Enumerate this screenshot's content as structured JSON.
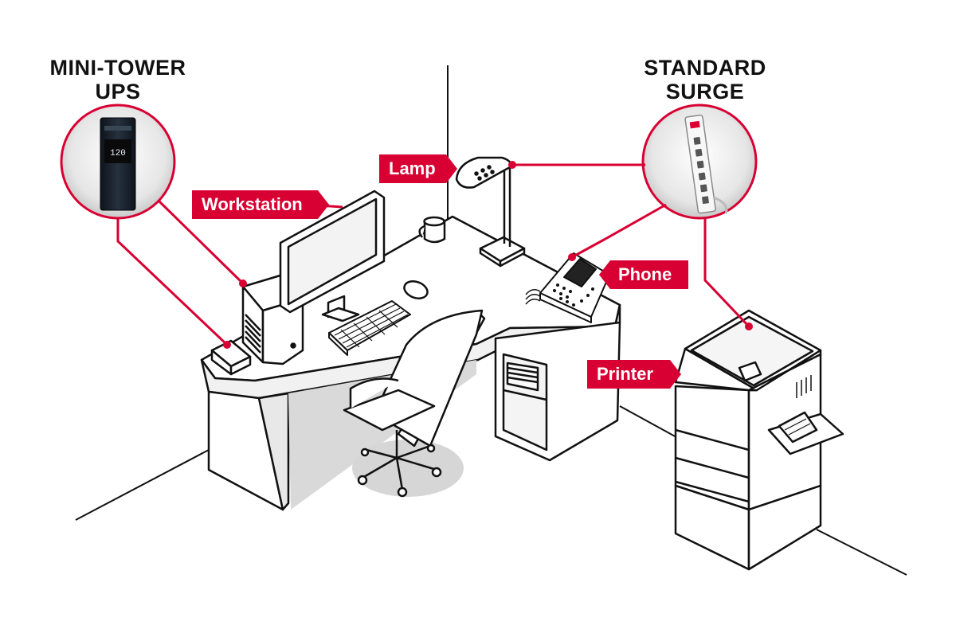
{
  "callouts": {
    "ups": {
      "line1": "MINI-TOWER",
      "line2": "UPS"
    },
    "surge": {
      "line1": "STANDARD",
      "line2": "SURGE"
    }
  },
  "labels": {
    "workstation": "Workstation",
    "lamp": "Lamp",
    "phone": "Phone",
    "printer": "Printer"
  },
  "ups_display": {
    "reading": "120"
  },
  "colors": {
    "accent": "#d80032",
    "ink": "#111111",
    "paper": "#ffffff",
    "ups_body": "#1f2833"
  }
}
